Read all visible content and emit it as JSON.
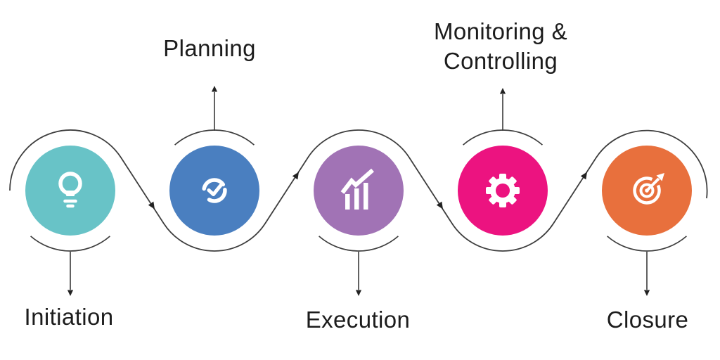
{
  "diagram": {
    "type": "process-flow",
    "line_color": "#3e3e3e",
    "text_color": "#1c1c1c",
    "steps": [
      {
        "label": "Initiation",
        "color": "#68C3C7",
        "icon": "lightbulb-icon",
        "label_position": "bottom"
      },
      {
        "label": "Planning",
        "color": "#4A7FC0",
        "icon": "clock-check-icon",
        "label_position": "top"
      },
      {
        "label": "Execution",
        "color": "#A173B5",
        "icon": "bar-chart-icon",
        "label_position": "bottom"
      },
      {
        "label": "Monitoring & Controlling",
        "color": "#EC1380",
        "icon": "gear-icon",
        "label_position": "top"
      },
      {
        "label": "Closure",
        "color": "#E8703D",
        "icon": "target-arrow-icon",
        "label_position": "bottom"
      }
    ]
  }
}
